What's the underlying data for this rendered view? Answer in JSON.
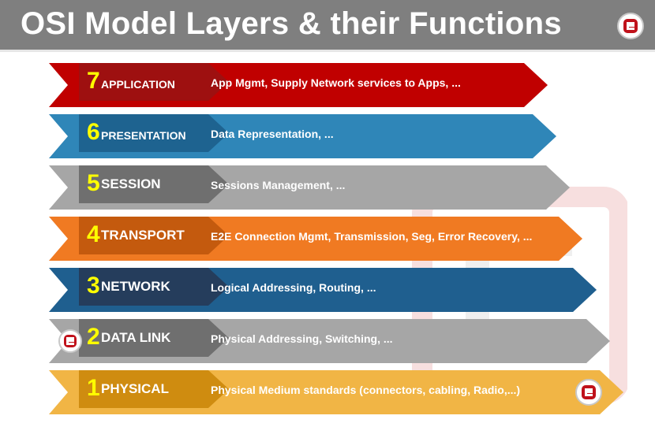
{
  "title": "OSI Model Layers & their Functions",
  "layers": [
    {
      "number": "7",
      "name": "APPLICATION",
      "function": "App Mgmt, Supply Network services to Apps, ...",
      "color": "#c00000",
      "tab_color": "#9e1010"
    },
    {
      "number": "6",
      "name": "PRESENTATION",
      "function": "Data Representation, ...",
      "color": "#2f86b8",
      "tab_color": "#1e6390"
    },
    {
      "number": "5",
      "name": "SESSION",
      "function": "Sessions Management, ...",
      "color": "#a6a6a6",
      "tab_color": "#6f6f6f"
    },
    {
      "number": "4",
      "name": "TRANSPORT",
      "function": "E2E Connection Mgmt, Transmission, Seg, Error Recovery, ...",
      "color": "#f07a22",
      "tab_color": "#c45a0e"
    },
    {
      "number": "3",
      "name": "NETWORK",
      "function": "Logical Addressing, Routing, ...",
      "color": "#1f5f8f",
      "tab_color": "#253d5c"
    },
    {
      "number": "2",
      "name": "DATA LINK",
      "function": "Physical Addressing, Switching, ...",
      "color": "#a6a6a6",
      "tab_color": "#6f6f6f"
    },
    {
      "number": "1",
      "name": "PHYSICAL",
      "function": "Physical Medium standards (connectors, cabling, Radio,...)",
      "color": "#f1b545",
      "tab_color": "#cf8c10"
    }
  ],
  "logo_icon": "brand-logo-icon"
}
